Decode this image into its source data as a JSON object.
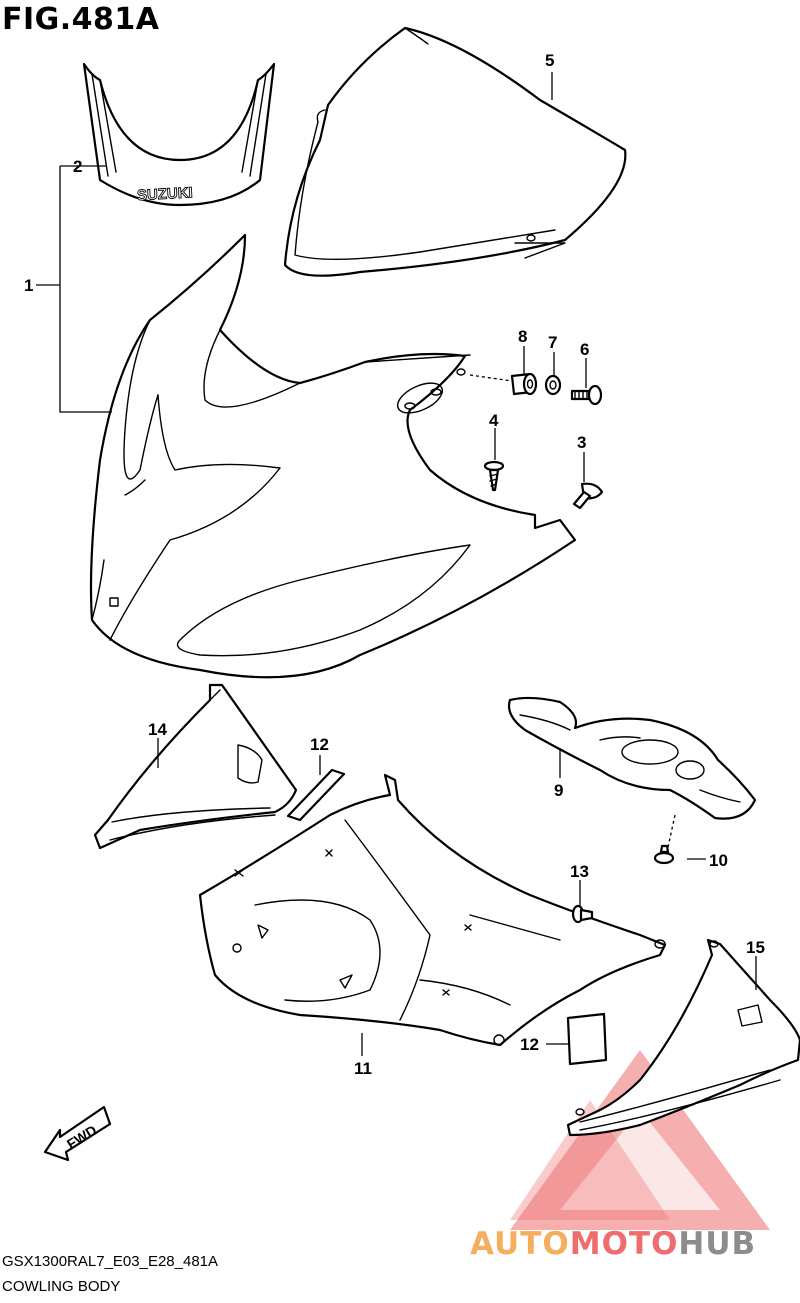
{
  "figure": {
    "title": "FIG.481A",
    "model_code": "GSX1300RAL7_E03_E28_481A",
    "name": "COWLING BODY"
  },
  "emblem_text": "SUZUKI",
  "fwd_label": "FWD",
  "callouts": [
    "1",
    "2",
    "3",
    "4",
    "5",
    "6",
    "7",
    "8",
    "9",
    "10",
    "11",
    "12",
    "12",
    "13",
    "14",
    "15"
  ],
  "watermark": {
    "part_a": "AUTO",
    "part_b": "MOTO",
    "part_c": "HUB",
    "colors": {
      "auto": "#f5ad5e",
      "moto": "#ef6d6d",
      "hub": "#8c8c8c"
    }
  }
}
